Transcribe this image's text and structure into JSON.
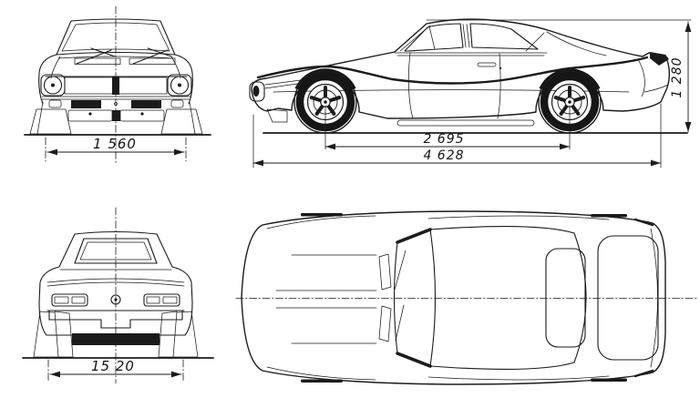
{
  "palette": {
    "ink": "#1b1b1b",
    "paper": "#ffffff"
  },
  "views": {
    "front": {
      "id": "front-view",
      "dimensions": {
        "track": "1 560"
      }
    },
    "side": {
      "id": "side-view",
      "dimensions": {
        "wheelbase": "2 695",
        "overall_length": "4 628",
        "overall_height": "1 280"
      }
    },
    "rear": {
      "id": "rear-view",
      "dimensions": {
        "track": "15 20"
      }
    },
    "top": {
      "id": "top-view",
      "dimensions": {}
    }
  }
}
